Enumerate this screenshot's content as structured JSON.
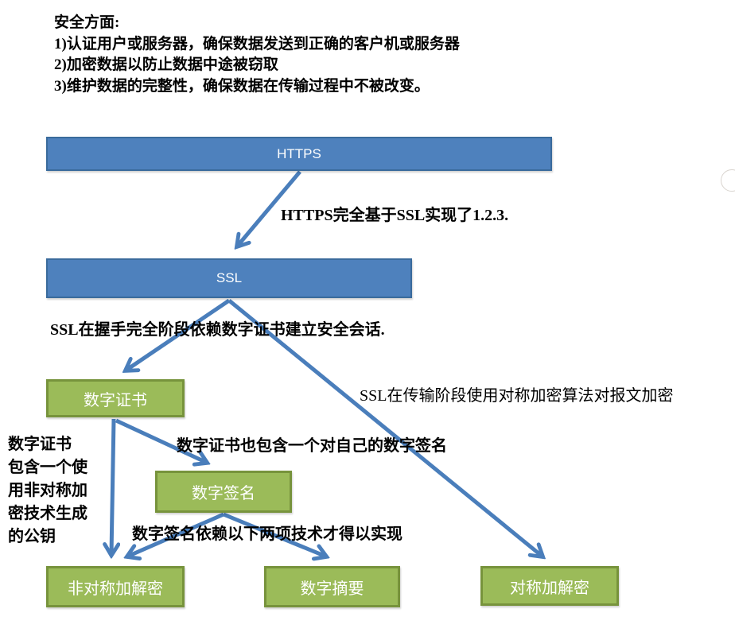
{
  "colors": {
    "page_bg": "#ffffff",
    "text": "#000000",
    "blue_fill": "#4E81BD",
    "blue_border": "#3A6B9C",
    "green_fill": "#9BBB59",
    "green_border": "#77933C",
    "arrow": "#4A7EBB"
  },
  "intro": {
    "title": "安全方面:",
    "items": [
      "1)认证用户或服务器，确保数据发送到正确的客户机或服务器",
      "2)加密数据以防止数据中途被窃取",
      "3)维护数据的完整性，确保数据在传输过程中不被改变。"
    ]
  },
  "nodes": {
    "https": {
      "label": "HTTPS"
    },
    "ssl": {
      "label": "SSL"
    },
    "cert": {
      "label": "数字证书"
    },
    "signature": {
      "label": "数字签名"
    },
    "asym": {
      "label": "非对称加解密"
    },
    "digest": {
      "label": "数字摘要"
    },
    "sym": {
      "label": "对称加解密"
    }
  },
  "annotations": {
    "https_to_ssl": "HTTPS完全基于SSL实现了1.2.3.",
    "ssl_handshake": "SSL在握手完全阶段依赖数字证书建立安全会话.",
    "ssl_transport": "SSL在传输阶段使用对称加密算法对报文加密",
    "cert_pubkey": "数字证书\n包含一个使\n用非对称加\n密技术生成\n的公钥",
    "cert_signature": "数字证书也包含一个对自己的数字签名",
    "signature_deps": "数字签名依赖以下两项技术才得以实现"
  }
}
